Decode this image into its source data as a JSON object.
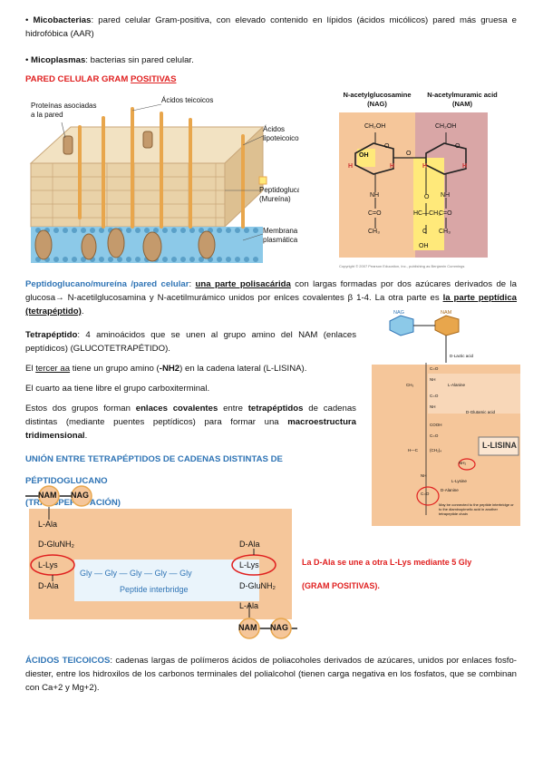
{
  "intro": {
    "bullet": "•",
    "micobacterias_title": "Micobacterias",
    "micobacterias_text": ": pared celular Gram-positiva, con elevado contenido en lípidos (ácidos micólicos) pared más gruesa e hidrofóbica (AAR)",
    "micoplasmas_title": "Micoplasmas",
    "micoplasmas_text": ": bacterias sin pared celular."
  },
  "section1": {
    "heading_a": "PARED CELULAR GRAM ",
    "heading_b": "POSITIVAS"
  },
  "fig_wall": {
    "teichoic": "Ácidos teicoicos",
    "proteins": "Proteínas asociadas a la pared",
    "lipoteichoic": "Ácidos lipoteicoicos",
    "peptidoglycan": "Peptidoglucano (Mureína)",
    "membrane": "Membrana plasmática"
  },
  "fig_nag": {
    "nag_title": "N-acetylglucosamine (NAG)",
    "nam_title": "N-acetylmuramic acid (NAM)",
    "ch2oh": "CH₂OH",
    "o": "O",
    "h": "H",
    "oh": "OH",
    "nh": "NH",
    "co": "C=O",
    "ch3": "CH₃",
    "hc_ch3": "HC—CH₃",
    "c": "C",
    "copyright": "Copyright © 2007 Pearson Education, Inc., publishing as Benjamin Cummings"
  },
  "peptidoglycan_para": {
    "title": "Peptidoglucano/mureína /pared celular",
    "colon": ": ",
    "poly": "una parte polisacárida",
    "text1": " con largas formadas por dos azúcares derivados de la glucosa→ N-acetilglucosamina y N-acetilmurámico unidos por enlces covalentes β 1-4. La otra parte es ",
    "peptide": "la parte peptídica (tetrapéptido)",
    "end": "."
  },
  "tetra": {
    "title": "Tetrapéptido",
    "text": ": 4 aminoácidos que se unen al grupo amino del NAM (enlaces peptídicos) (GLUCOTETRAPÉTIDO).",
    "third_a": "El ",
    "third_b": "tercer aa",
    "third_c": " tiene un grupo amino (",
    "third_d": "-NH2",
    "third_e": ") en la cadena lateral (L-LISINA).",
    "fourth": "El cuarto aa tiene libre el grupo carboxiterminal.",
    "groups_a": "Estos dos grupos forman ",
    "groups_b": "enlaces covalentes",
    "groups_c": " entre ",
    "groups_d": "tetrapéptidos",
    "groups_e": " de cadenas distintas (mediante puentes peptídicos) para formar una ",
    "groups_f": "macroestructura tridimensional",
    "groups_g": "."
  },
  "section2": {
    "heading": "UNIÓN ENTRE TETRAPÉPTIDOS DE CADENAS DISTINTAS DE PÉPTIDOGLUCANO",
    "sub": "(TRANSPEPTIDACIÓN)"
  },
  "fig_tetra": {
    "nag": "NAG",
    "nam": "NAM",
    "lactic": "D-Lactic acid",
    "ala": "L-Alanine",
    "glu": "D-Glutamic acid",
    "lys": "L-Lysine",
    "dala": "D-Alanine",
    "lisina": "L-LISINA",
    "note": "May be connected to the peptide interbridge or to the diaminopimelic acid in another tetrapeptide chain",
    "nh": "NH",
    "co": "C=O",
    "cooh": "COOH",
    "ch3": "CH₃",
    "hc": "H—C",
    "ch2": "(CH₂)₄",
    "nh2": "NH₂"
  },
  "fig_bridge": {
    "nam": "NAM",
    "nag": "NAG",
    "lala": "L-Ala",
    "dglunh2": "D-GluNH₂",
    "llys": "L-Lys",
    "dala": "D-Ala",
    "gly": "Gly",
    "interbridge": "Peptide interbridge"
  },
  "bridge_caption": {
    "line1": "La D-Ala se une a otra L-Lys mediante 5 Gly",
    "line2": "(GRAM POSITIVAS)."
  },
  "teichoic_para": {
    "title": "ÁCIDOS TEICOICOS",
    "text": ": cadenas largas de polímeros ácidos de poliacoholes derivados de azúcares, unidos por enlaces fosfo-diester, entre los hidroxilos de los carbonos terminales del polialcohol (tienen carga negativa en los fosfatos, que se combinan con Ca+2 y Mg+2)."
  },
  "colors": {
    "red": "#e02020",
    "blue": "#2f74b5",
    "peach": "#f5c69a",
    "pink": "#d9a6a6",
    "yellow": "#ffe97a",
    "membrane_blue": "#8cc9e8",
    "gold": "#e8a64c"
  }
}
